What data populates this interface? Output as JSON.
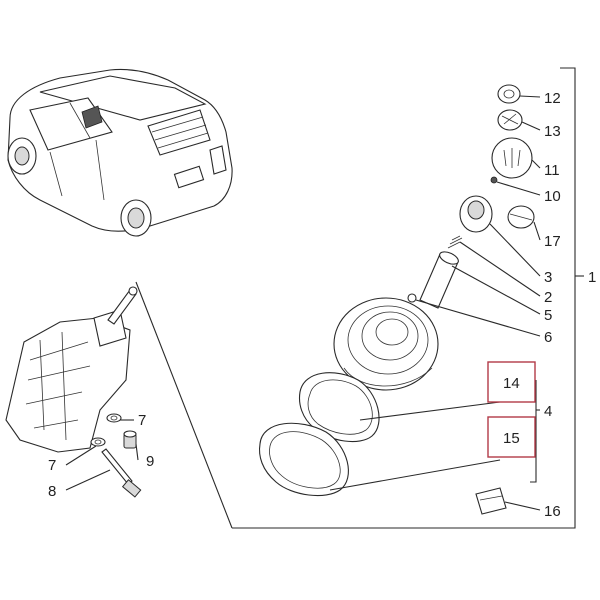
{
  "callouts": {
    "c1": "1",
    "c2": "2",
    "c3": "3",
    "c4": "4",
    "c5": "5",
    "c6": "6",
    "c7a": "7",
    "c7b": "7",
    "c8": "8",
    "c9": "9",
    "c10": "10",
    "c11": "11",
    "c12": "12",
    "c13": "13",
    "c14": "14",
    "c15": "15",
    "c16": "16",
    "c17": "17"
  },
  "highlighted_callouts": [
    "14",
    "15"
  ],
  "colors": {
    "highlight_box": "#b23a48",
    "line": "#2a2a2a",
    "background": "#ffffff"
  }
}
